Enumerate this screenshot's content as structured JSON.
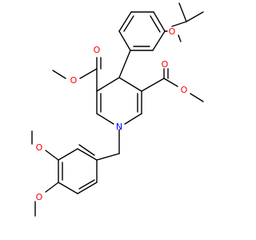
{
  "molecule": {
    "atom_labels": {
      "o_ether_top": "O",
      "o_left_carbonyl": "O",
      "o_left_ester": "O",
      "o_right_carbonyl": "O",
      "o_right_ester": "O",
      "n_ring": "N",
      "o_meo_upper": "O",
      "o_meo_lower": "O"
    }
  },
  "colors": {
    "bond": "#000000",
    "oxygen": "#ff0000",
    "nitrogen": "#0000ff",
    "background": "#ffffff"
  }
}
